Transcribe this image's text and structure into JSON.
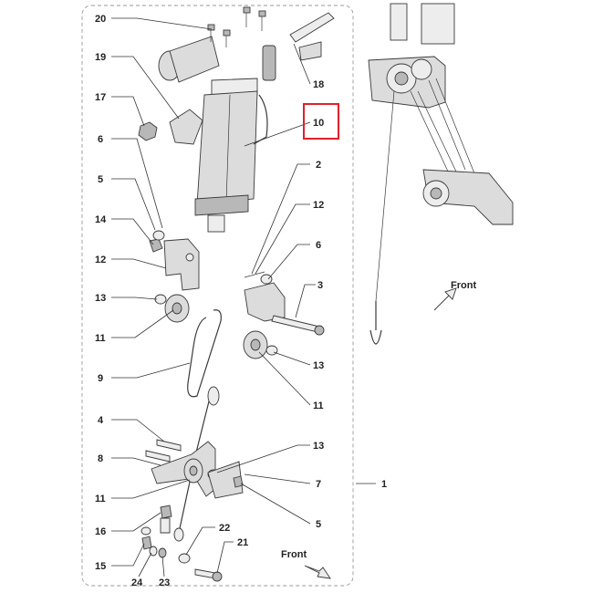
{
  "callouts": [
    {
      "id": "c20",
      "text": "20"
    },
    {
      "id": "c18",
      "text": "18"
    },
    {
      "id": "c19",
      "text": "19"
    },
    {
      "id": "c17",
      "text": "17"
    },
    {
      "id": "c10",
      "text": "10"
    },
    {
      "id": "c6a",
      "text": "6"
    },
    {
      "id": "c2",
      "text": "2"
    },
    {
      "id": "c5a",
      "text": "5"
    },
    {
      "id": "c12a",
      "text": "12"
    },
    {
      "id": "c14",
      "text": "14"
    },
    {
      "id": "c6b",
      "text": "6"
    },
    {
      "id": "c12b",
      "text": "12"
    },
    {
      "id": "c3",
      "text": "3"
    },
    {
      "id": "c13a",
      "text": "13"
    },
    {
      "id": "c11a",
      "text": "11"
    },
    {
      "id": "c13b",
      "text": "13"
    },
    {
      "id": "c9",
      "text": "9"
    },
    {
      "id": "c11b",
      "text": "11"
    },
    {
      "id": "c4",
      "text": "4"
    },
    {
      "id": "c13c",
      "text": "13"
    },
    {
      "id": "c8",
      "text": "8"
    },
    {
      "id": "c1",
      "text": "1"
    },
    {
      "id": "c7",
      "text": "7"
    },
    {
      "id": "c11c",
      "text": "11"
    },
    {
      "id": "c5b",
      "text": "5"
    },
    {
      "id": "c16",
      "text": "16"
    },
    {
      "id": "c22",
      "text": "22"
    },
    {
      "id": "c21",
      "text": "21"
    },
    {
      "id": "c15",
      "text": "15"
    },
    {
      "id": "c24",
      "text": "24"
    },
    {
      "id": "c23",
      "text": "23"
    }
  ],
  "front_labels": {
    "right": "Front",
    "bottom": "Front"
  },
  "highlight": {
    "callout": "10",
    "color": "#e0202a"
  }
}
